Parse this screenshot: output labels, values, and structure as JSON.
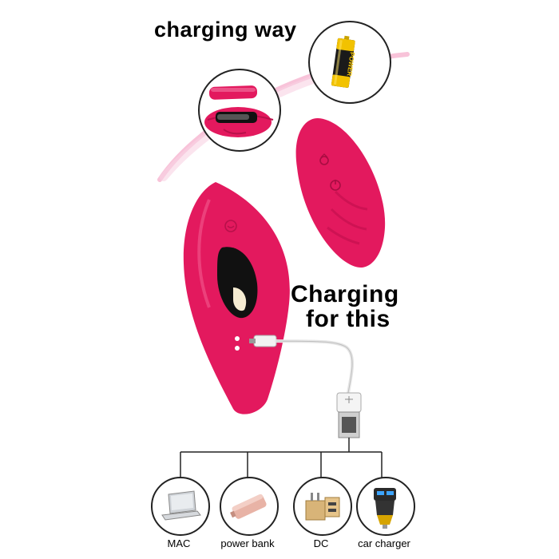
{
  "heading": "charging way",
  "charge_note": {
    "line1": "Charging",
    "line2": "for this"
  },
  "battery": {
    "brand": "POWER",
    "colors": {
      "body": "#1a1a1a",
      "band": "#f2c200"
    }
  },
  "devices": [
    {
      "label": "MAC",
      "icon": "laptop-icon"
    },
    {
      "label": "power bank",
      "icon": "power-bank-icon"
    },
    {
      "label": "DC",
      "icon": "dc-adapter-icon"
    },
    {
      "label": "car charger",
      "icon": "car-charger-icon"
    }
  ],
  "colors": {
    "product": "#e3195e",
    "product_dark": "#b8104a",
    "swoosh": "#f4a8c8"
  }
}
